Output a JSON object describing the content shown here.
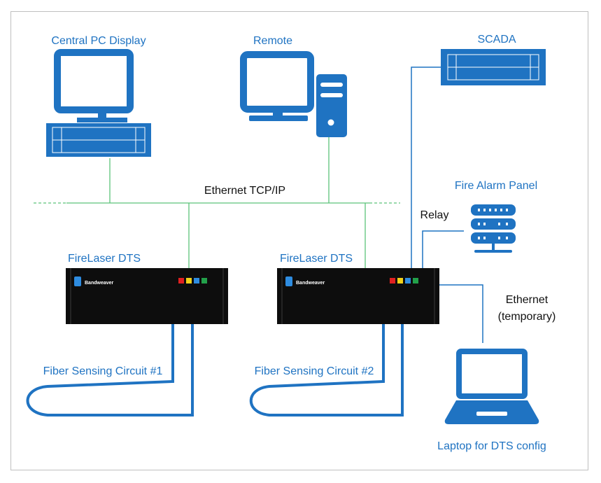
{
  "labels": {
    "central_pc": "Central PC Display",
    "remote": "Remote",
    "scada": "SCADA",
    "ethernet_tcp": "Ethernet TCP/IP",
    "fire_alarm": "Fire Alarm Panel",
    "relay": "Relay",
    "dts1": "FireLaser DTS",
    "dts2": "FireLaser DTS",
    "ethernet": "Ethernet",
    "temporary": "(temporary)",
    "fiber1": "Fiber Sensing Circuit #1",
    "fiber2": "Fiber Sensing Circuit #2",
    "laptop": "Laptop for DTS config"
  },
  "brand": "Bandweaver",
  "colors": {
    "device_blue": "#1f73c2",
    "network_green": "#5cc47a",
    "unit_black": "#0d0d0d",
    "led_red": "#e02020",
    "led_yellow": "#f2d21a",
    "led_blue": "#2e8ce0",
    "led_green": "#22a04a"
  }
}
